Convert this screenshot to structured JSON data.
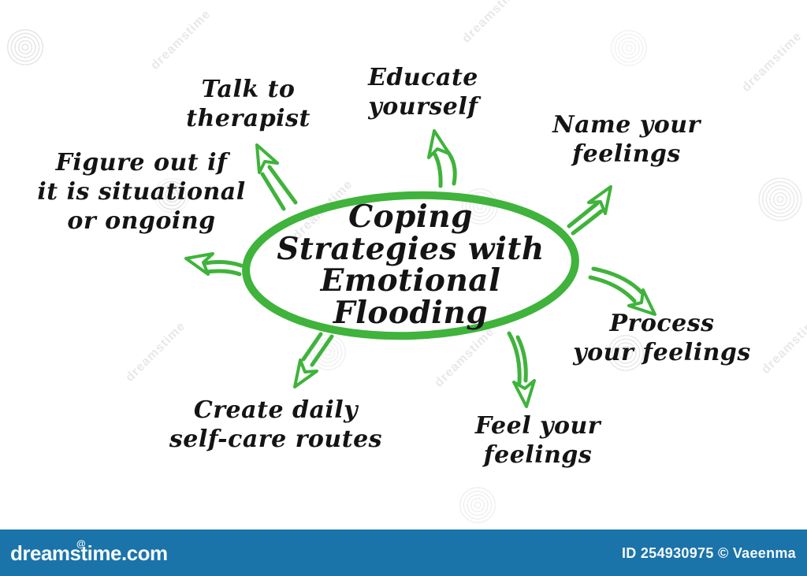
{
  "diagram": {
    "center_title": "Coping\nStrategies with\nEmotional\nFlooding",
    "strategies": [
      {
        "label": "Talk to\ntherapist"
      },
      {
        "label": "Educate\nyourself"
      },
      {
        "label": "Name your\nfeelings"
      },
      {
        "label": "Figure out if\nit is situational\nor ongoing"
      },
      {
        "label": "Process\nyour feelings"
      },
      {
        "label": "Create daily\nself-care routes"
      },
      {
        "label": "Feel your\nfeelings"
      }
    ],
    "colors": {
      "accent_green": "#3fb33b",
      "text_black": "#141414"
    }
  },
  "watermark": {
    "diagonal_text": "dreamstime",
    "bar": {
      "site": "dreamstime.com",
      "license": "ID 254930975 © Vaeenma",
      "bar_color": "#1a73a9"
    }
  }
}
